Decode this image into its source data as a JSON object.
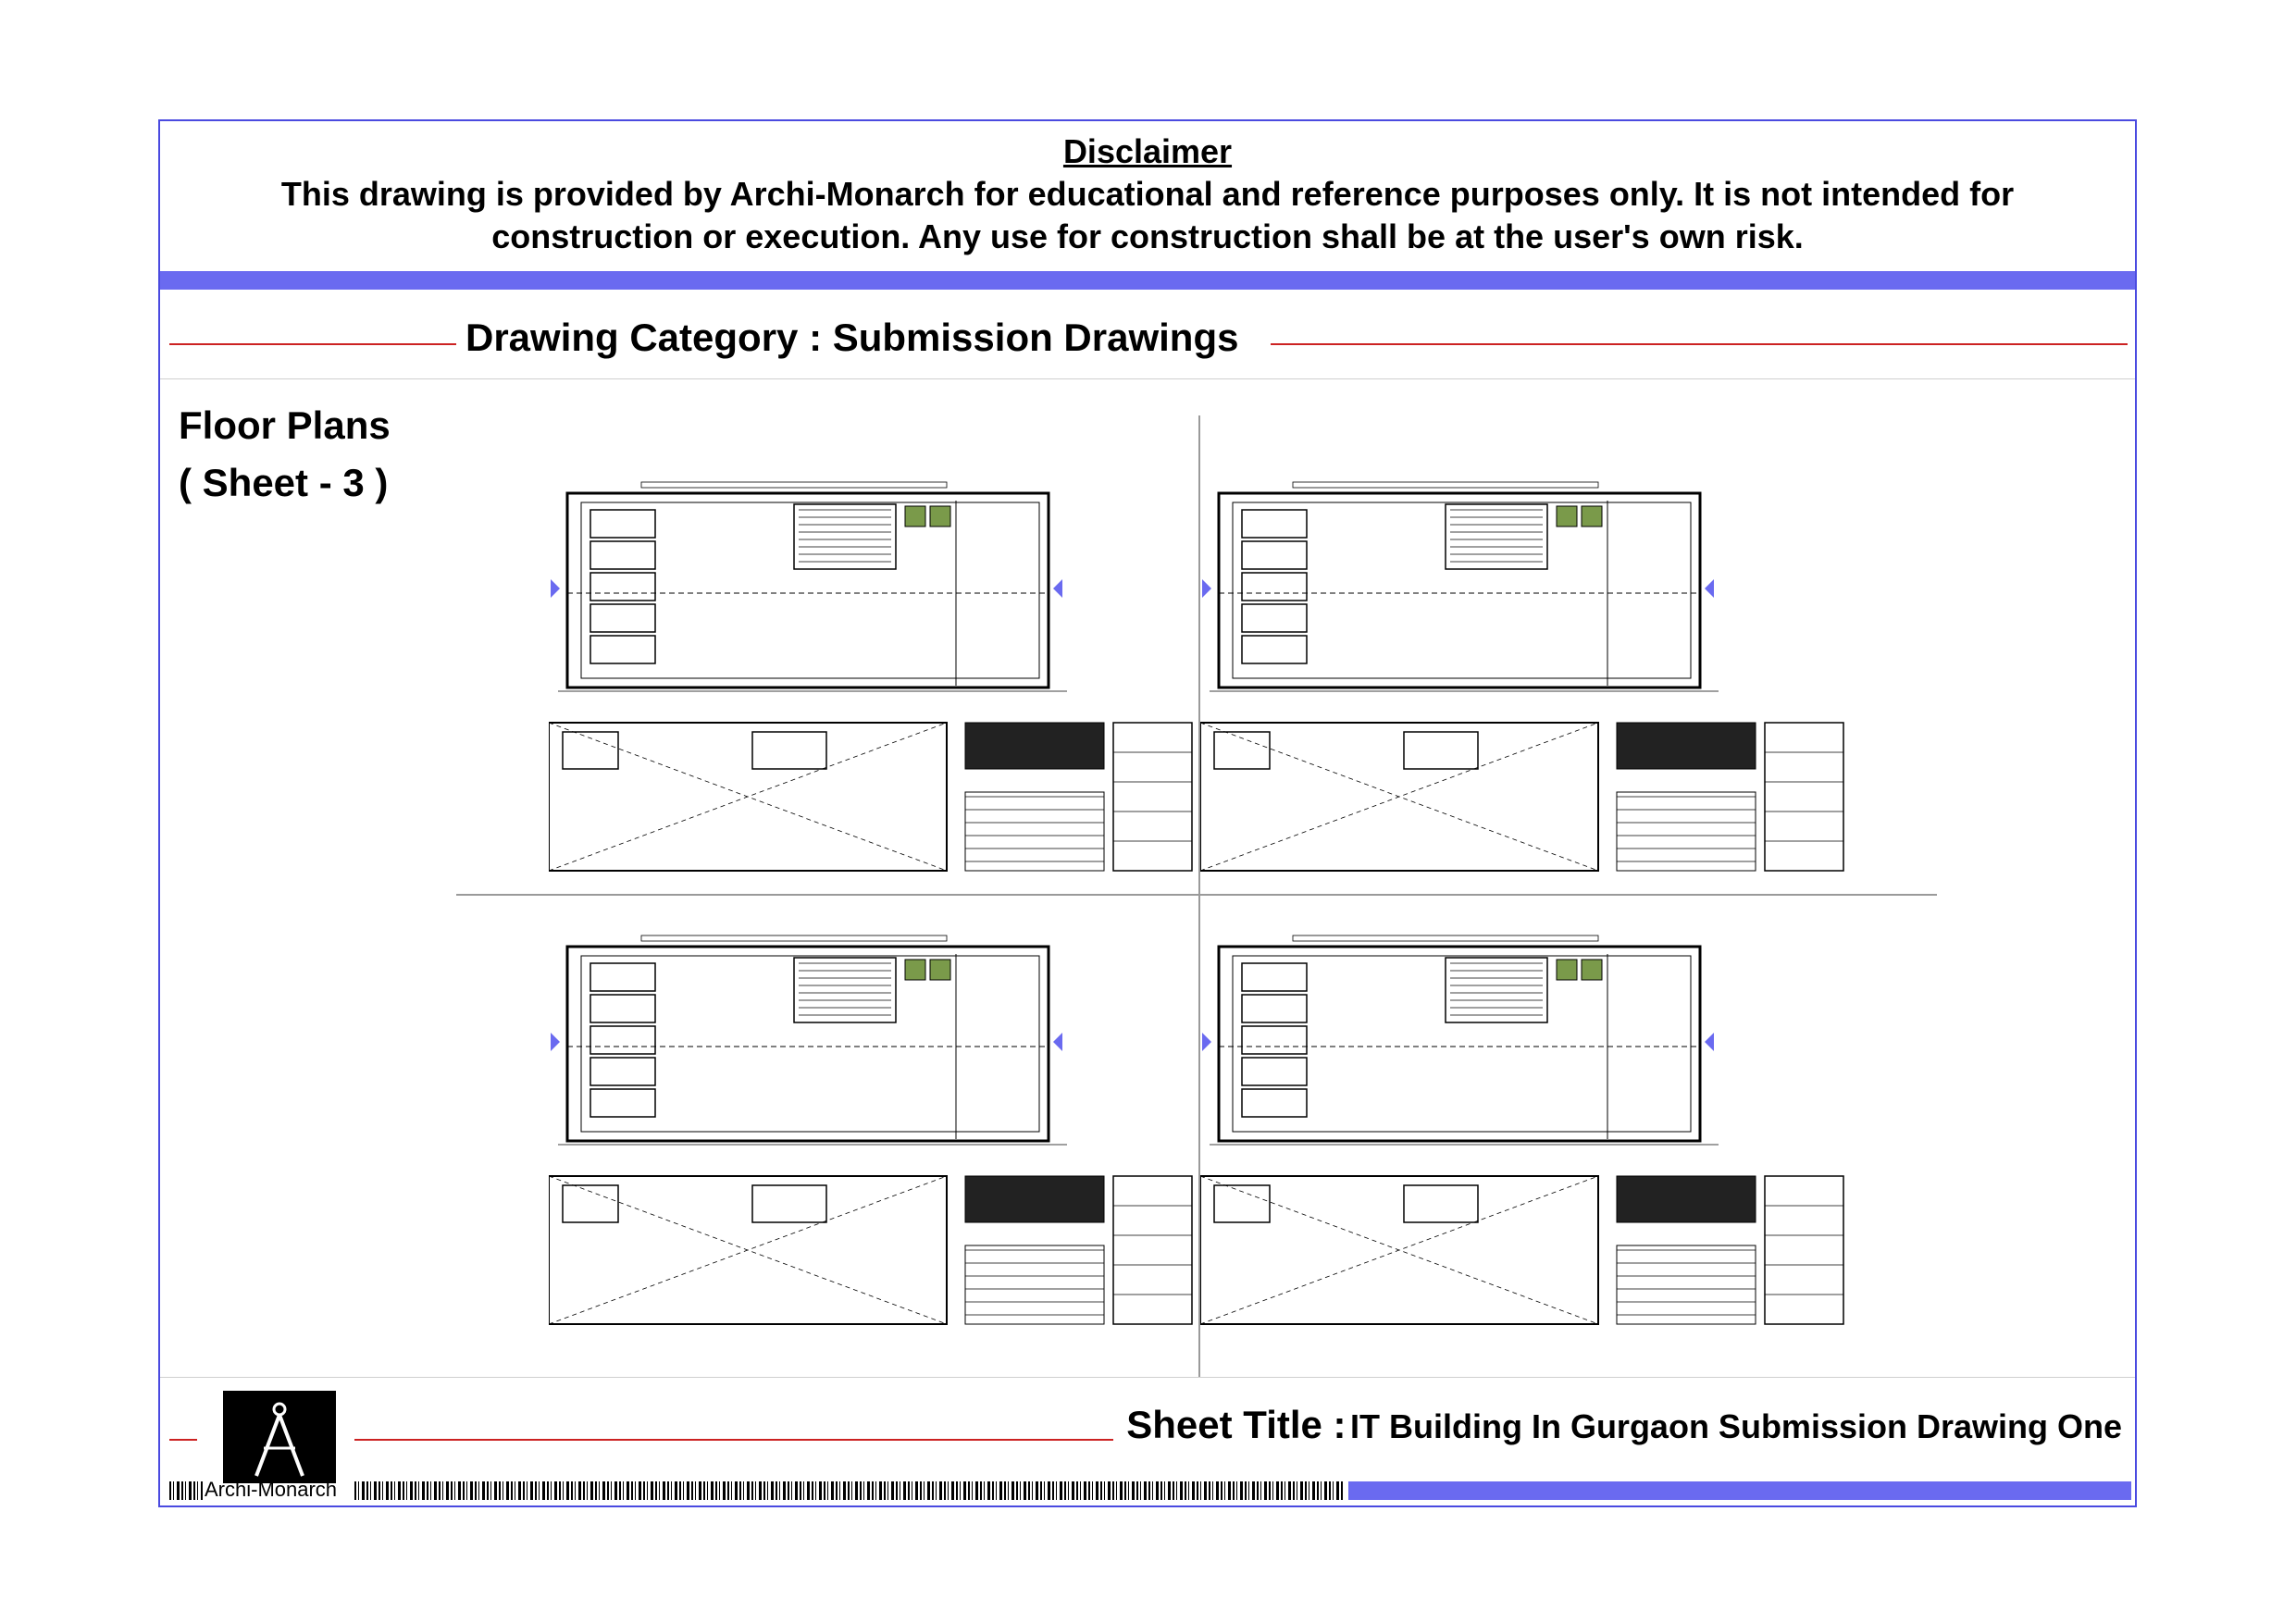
{
  "disclaimer": {
    "title": "Disclaimer",
    "text": "This drawing is provided by Archi-Monarch for educational and reference purposes only. It is not intended for construction or execution. Any use for construction shall be at the user's own risk."
  },
  "category": "Drawing Category : Submission Drawings",
  "section": {
    "title": "Floor Plans",
    "sheet": "( Sheet - 3 )"
  },
  "drawings": [
    {
      "name": "floor-plan-top-left"
    },
    {
      "name": "floor-plan-top-right"
    },
    {
      "name": "floor-plan-bottom-left"
    },
    {
      "name": "floor-plan-bottom-right"
    }
  ],
  "footer": {
    "sheet_title_label": "Sheet Title :",
    "sheet_title_value": "IT Building In Gurgaon Submission Drawing One",
    "brand": "Archi-Monarch",
    "logo_icon": "compass-icon"
  },
  "colors": {
    "frame": "#4a4ae0",
    "band": "#6a6af0",
    "rule": "#cc2222"
  }
}
